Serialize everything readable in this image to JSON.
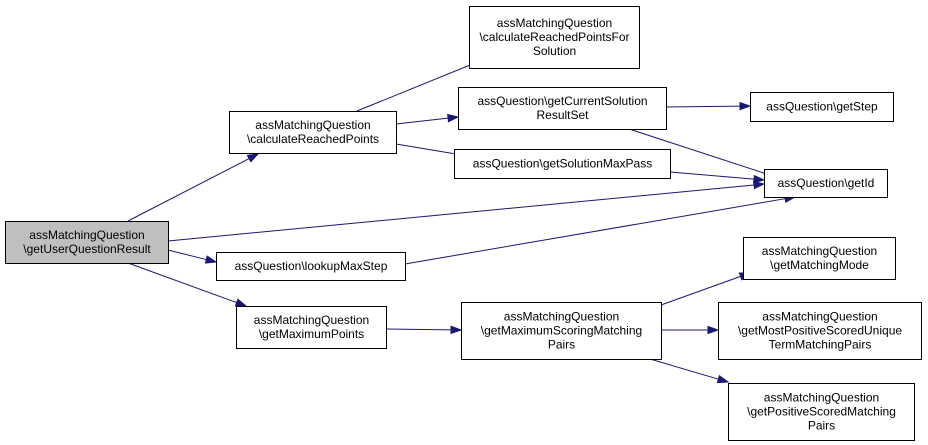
{
  "colors": {
    "edge": "#191970",
    "node_fill": "#ffffff",
    "root_fill": "#bfbfbf",
    "node_border": "#000000"
  },
  "nodes": [
    {
      "id": "root",
      "lines": [
        "assMatchingQuestion",
        "\\getUserQuestionResult"
      ],
      "highlighted": true
    },
    {
      "id": "calcReached",
      "lines": [
        "assMatchingQuestion",
        "\\calculateReachedPoints"
      ]
    },
    {
      "id": "calcReachedSol",
      "lines": [
        "assMatchingQuestion",
        "\\calculateReachedPointsFor",
        "Solution"
      ]
    },
    {
      "id": "getCurSol",
      "lines": [
        "assQuestion\\getCurrentSolution",
        "ResultSet"
      ]
    },
    {
      "id": "getSolMax",
      "lines": [
        "assQuestion\\getSolutionMaxPass"
      ]
    },
    {
      "id": "getStep",
      "lines": [
        "assQuestion\\getStep"
      ]
    },
    {
      "id": "getId",
      "lines": [
        "assQuestion\\getId"
      ]
    },
    {
      "id": "lookupMax",
      "lines": [
        "assQuestion\\lookupMaxStep"
      ]
    },
    {
      "id": "getMaxPts",
      "lines": [
        "assMatchingQuestion",
        "\\getMaximumPoints"
      ]
    },
    {
      "id": "getMaxScoring",
      "lines": [
        "assMatchingQuestion",
        "\\getMaximumScoringMatching",
        "Pairs"
      ]
    },
    {
      "id": "getMatchMode",
      "lines": [
        "assMatchingQuestion",
        "\\getMatchingMode"
      ]
    },
    {
      "id": "getMostPos",
      "lines": [
        "assMatchingQuestion",
        "\\getMostPositiveScoredUnique",
        "TermMatchingPairs"
      ]
    },
    {
      "id": "getPosScored",
      "lines": [
        "assMatchingQuestion",
        "\\getPositiveScoredMatching",
        "Pairs"
      ]
    }
  ],
  "edges": [
    {
      "from": "root",
      "to": "calcReached"
    },
    {
      "from": "root",
      "to": "getId"
    },
    {
      "from": "root",
      "to": "lookupMax"
    },
    {
      "from": "root",
      "to": "getMaxPts"
    },
    {
      "from": "calcReached",
      "to": "calcReachedSol"
    },
    {
      "from": "calcReached",
      "to": "getCurSol"
    },
    {
      "from": "calcReached",
      "to": "getSolMax"
    },
    {
      "from": "getCurSol",
      "to": "getStep"
    },
    {
      "from": "getCurSol",
      "to": "getId"
    },
    {
      "from": "getSolMax",
      "to": "getId"
    },
    {
      "from": "lookupMax",
      "to": "getId"
    },
    {
      "from": "getMaxPts",
      "to": "getMaxScoring"
    },
    {
      "from": "getMaxScoring",
      "to": "getMatchMode"
    },
    {
      "from": "getMaxScoring",
      "to": "getMostPos"
    },
    {
      "from": "getMaxScoring",
      "to": "getPosScored"
    }
  ]
}
